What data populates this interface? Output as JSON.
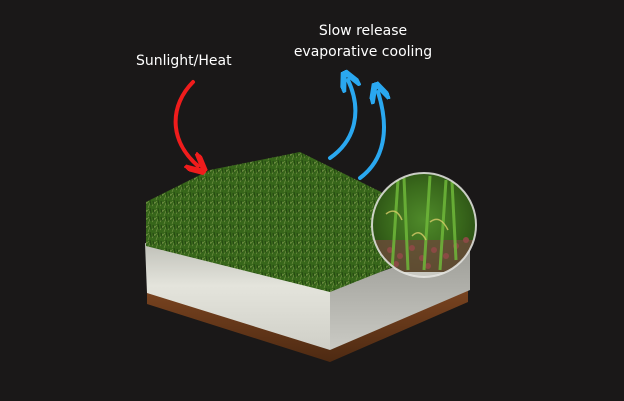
{
  "labels": {
    "sunlight": "Sunlight/Heat",
    "cooling_line1": "Slow release",
    "cooling_line2": "evaporative cooling"
  },
  "colors": {
    "background": "#1a1818",
    "heat_arrow": "#f01c1c",
    "cooling_arrow": "#2aa8f0",
    "grass": "#3d6b1e",
    "base_layer": "#d9d9d2",
    "soil": "#6b3a1a"
  },
  "diagram": {
    "layers": [
      "grass surface",
      "white infill/base layer",
      "brown soil base"
    ],
    "magnifier": "close-up of grass blades with granular infill"
  }
}
